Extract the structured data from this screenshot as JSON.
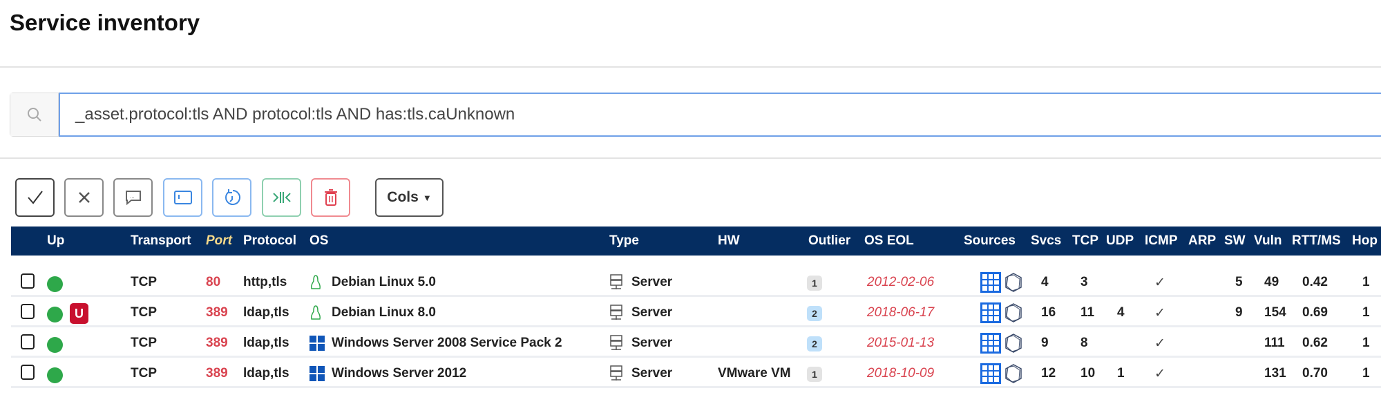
{
  "page": {
    "title": "Service inventory"
  },
  "search": {
    "value": "_asset.protocol:tls AND protocol:tls AND has:tls.caUnknown"
  },
  "toolbar": {
    "buttons": [
      "check-icon",
      "close-icon",
      "comment-icon",
      "window-icon",
      "history-icon",
      "merge-icon",
      "trash-icon"
    ],
    "cols_label": "Cols"
  },
  "colors": {
    "header_bg": "#052d61",
    "up_green": "#2ea84a",
    "port_red": "#d9434f"
  },
  "table": {
    "columns": [
      "Up",
      "Transport",
      "Port",
      "Protocol",
      "OS",
      "Type",
      "HW",
      "Outlier",
      "OS EOL",
      "Sources",
      "Svcs",
      "TCP",
      "UDP",
      "ICMP",
      "ARP",
      "SW",
      "Vuln",
      "RTT/MS",
      "Hop"
    ],
    "rows": [
      {
        "badge": "",
        "transport": "TCP",
        "port": "80",
        "protocol": "http,tls",
        "os_icon": "linux",
        "os": "Debian Linux 5.0",
        "type": "Server",
        "hw": "",
        "outlier": "1",
        "eol": "2012-02-06",
        "svcs": "4",
        "tcp": "3",
        "udp": "",
        "icmp": "✓",
        "arp": "",
        "sw": "5",
        "vuln": "49",
        "rtt": "0.42",
        "hop": "1"
      },
      {
        "badge": "U",
        "transport": "TCP",
        "port": "389",
        "protocol": "ldap,tls",
        "os_icon": "linux",
        "os": "Debian Linux 8.0",
        "type": "Server",
        "hw": "",
        "outlier": "2",
        "eol": "2018-06-17",
        "svcs": "16",
        "tcp": "11",
        "udp": "4",
        "icmp": "✓",
        "arp": "",
        "sw": "9",
        "vuln": "154",
        "rtt": "0.69",
        "hop": "1"
      },
      {
        "badge": "",
        "transport": "TCP",
        "port": "389",
        "protocol": "ldap,tls",
        "os_icon": "windows",
        "os": "Windows Server 2008 Service Pack 2",
        "type": "Server",
        "hw": "",
        "outlier": "2",
        "eol": "2015-01-13",
        "svcs": "9",
        "tcp": "8",
        "udp": "",
        "icmp": "✓",
        "arp": "",
        "sw": "",
        "vuln": "111",
        "rtt": "0.62",
        "hop": "1"
      },
      {
        "badge": "",
        "transport": "TCP",
        "port": "389",
        "protocol": "ldap,tls",
        "os_icon": "windows",
        "os": "Windows Server 2012",
        "type": "Server",
        "hw": "VMware VM",
        "outlier": "1",
        "eol": "2018-10-09",
        "svcs": "12",
        "tcp": "10",
        "udp": "1",
        "icmp": "✓",
        "arp": "",
        "sw": "",
        "vuln": "131",
        "rtt": "0.70",
        "hop": "1"
      }
    ]
  }
}
